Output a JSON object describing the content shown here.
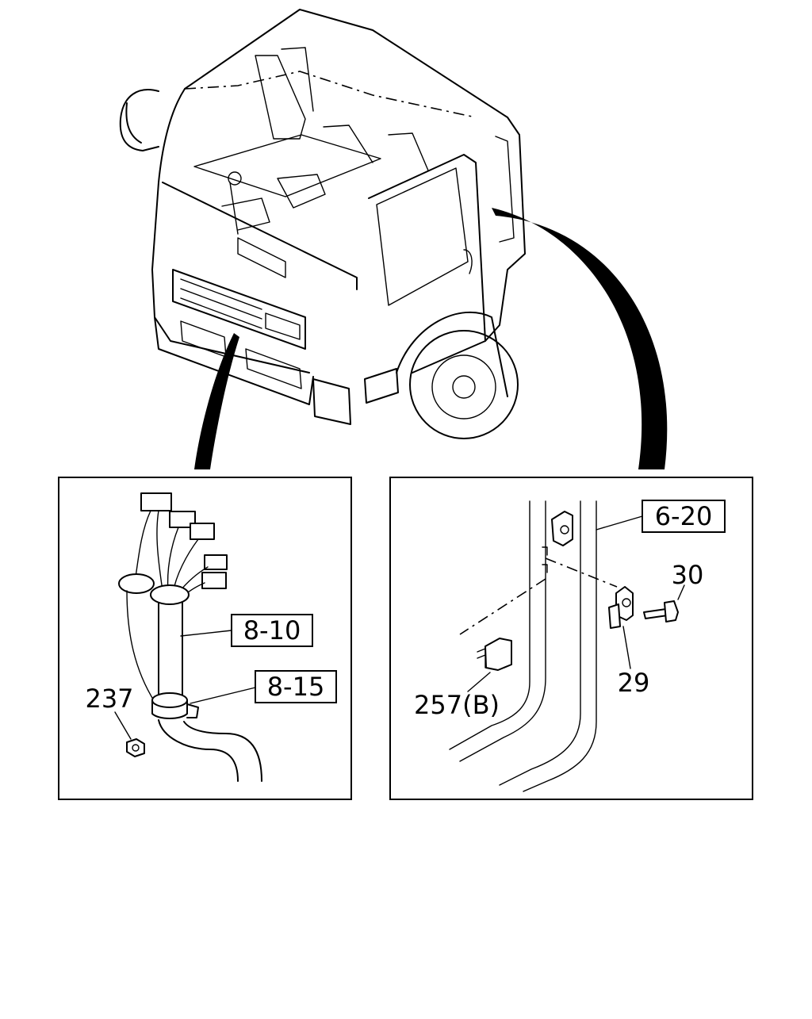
{
  "callouts": {
    "ref_8_10": "8-10",
    "ref_8_15": "8-15",
    "ref_6_20": "6-20",
    "part_237": "237",
    "part_30": "30",
    "part_29": "29",
    "part_257b": "257(B)"
  }
}
